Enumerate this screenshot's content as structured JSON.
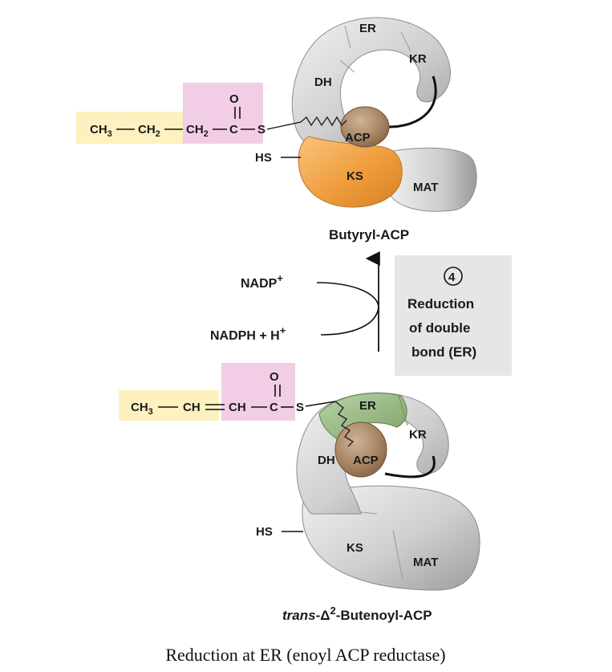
{
  "top": {
    "chain": {
      "ch3": "CH",
      "ch3_sub": "3",
      "ch2a": "CH",
      "ch2a_sub": "2",
      "ch2b": "CH",
      "ch2b_sub": "2",
      "c": "C",
      "o": "O",
      "s": "S"
    },
    "hs": "HS",
    "domains": {
      "er": "ER",
      "kr": "KR",
      "dh": "DH",
      "acp": "ACP",
      "ks": "KS",
      "mat": "MAT"
    },
    "name": "Butyryl-ACP"
  },
  "step": {
    "number": "4",
    "line1": "Reduction",
    "line2": "of double",
    "line3": "bond (ER)"
  },
  "cofactors": {
    "nadp": "NADP",
    "nadp_sup": "+",
    "nadph": "NADPH + H",
    "nadph_sup": "+"
  },
  "bottom": {
    "chain": {
      "ch3": "CH",
      "ch3_sub": "3",
      "ch": "CH",
      "ch2": "CH",
      "c": "C",
      "o": "O",
      "s": "S"
    },
    "hs": "HS",
    "domains": {
      "er": "ER",
      "kr": "KR",
      "dh": "DH",
      "acp": "ACP",
      "ks": "KS",
      "mat": "MAT"
    },
    "name_italic": "trans",
    "name_dash": "-Δ",
    "name_sup": "2",
    "name_rest": "-Butenoyl-ACP"
  },
  "caption": "Reduction at ER (enoyl ACP reductase)",
  "colors": {
    "yellow_highlight": "#fdf1bf",
    "pink_highlight": "#f2cde6",
    "ks_orange": "#f0a042",
    "er_green": "#8db27a",
    "acp_brown": "#a78563",
    "protein_gray": "#c9c9c9",
    "step_box": "#e6e6e6"
  }
}
